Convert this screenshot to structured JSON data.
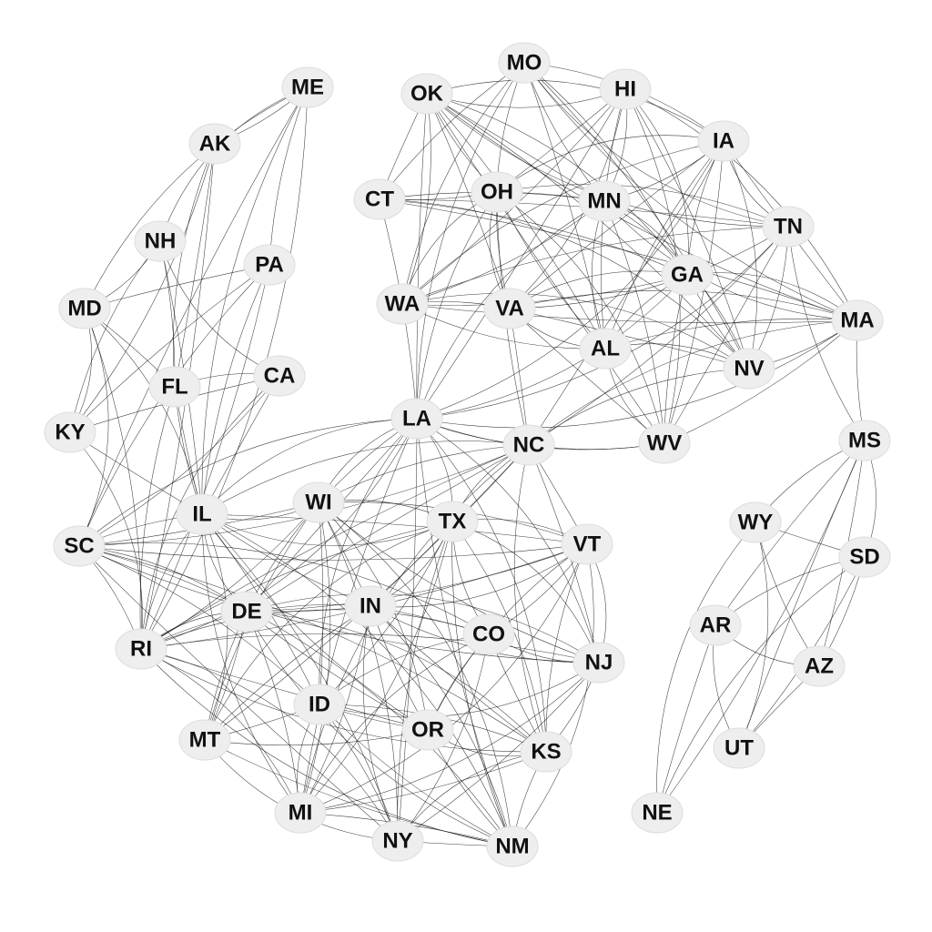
{
  "nodes": [
    {
      "id": "ME"
    },
    {
      "id": "AK"
    },
    {
      "id": "NH"
    },
    {
      "id": "PA"
    },
    {
      "id": "MD"
    },
    {
      "id": "FL"
    },
    {
      "id": "CA"
    },
    {
      "id": "KY"
    },
    {
      "id": "IL"
    },
    {
      "id": "SC"
    },
    {
      "id": "RI"
    },
    {
      "id": "MO"
    },
    {
      "id": "OK"
    },
    {
      "id": "HI"
    },
    {
      "id": "IA"
    },
    {
      "id": "CT"
    },
    {
      "id": "OH"
    },
    {
      "id": "MN"
    },
    {
      "id": "TN"
    },
    {
      "id": "GA"
    },
    {
      "id": "WA"
    },
    {
      "id": "VA"
    },
    {
      "id": "MA"
    },
    {
      "id": "AL"
    },
    {
      "id": "NV"
    },
    {
      "id": "LA"
    },
    {
      "id": "MS"
    },
    {
      "id": "NC"
    },
    {
      "id": "WV"
    },
    {
      "id": "WI"
    },
    {
      "id": "TX"
    },
    {
      "id": "VT"
    },
    {
      "id": "DE"
    },
    {
      "id": "IN"
    },
    {
      "id": "CO"
    },
    {
      "id": "NJ"
    },
    {
      "id": "ID"
    },
    {
      "id": "OR"
    },
    {
      "id": "MT"
    },
    {
      "id": "KS"
    },
    {
      "id": "MI"
    },
    {
      "id": "NY"
    },
    {
      "id": "NM"
    },
    {
      "id": "WY"
    },
    {
      "id": "SD"
    },
    {
      "id": "AR"
    },
    {
      "id": "AZ"
    },
    {
      "id": "UT"
    },
    {
      "id": "NE"
    }
  ],
  "clusters": [
    [
      "ME",
      "AK",
      "NH",
      "PA",
      "MD",
      "FL",
      "CA",
      "KY",
      "IL",
      "SC",
      "RI"
    ],
    [
      "MO",
      "OK",
      "HI",
      "IA",
      "CT",
      "OH",
      "MN",
      "TN",
      "GA",
      "WA",
      "VA",
      "MA",
      "AL",
      "NV",
      "LA",
      "NC",
      "WV"
    ],
    [
      "IL",
      "WI",
      "LA",
      "NC",
      "TX",
      "VT",
      "DE",
      "IN",
      "CO",
      "NJ",
      "ID",
      "OR",
      "MT",
      "KS",
      "MI",
      "NY",
      "NM",
      "RI",
      "SC"
    ],
    [
      "MS",
      "WY",
      "SD",
      "AR",
      "AZ",
      "UT",
      "NE"
    ]
  ],
  "colors": {
    "edge": "#1a1a1a",
    "node_halo": "#eeeeee",
    "label": "#111111"
  }
}
